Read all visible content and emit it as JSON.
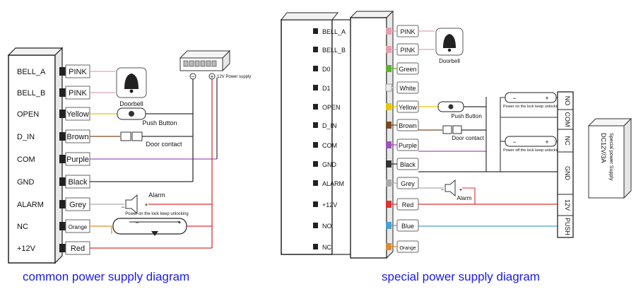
{
  "left": {
    "caption": "common power supply diagram",
    "terminals": [
      "BELL_A",
      "BELL_B",
      "OPEN",
      "D_IN",
      "COM",
      "GND",
      "ALARM",
      "NC",
      "+12V"
    ],
    "wires": [
      {
        "label": "PINK",
        "color": "#e8a0b0"
      },
      {
        "label": "PINK",
        "color": "#e8a0b0"
      },
      {
        "label": "Yellow",
        "color": "#e6c800"
      },
      {
        "label": "Brown",
        "color": "#7a4a20"
      },
      {
        "label": "Purple",
        "color": "#a050c0"
      },
      {
        "label": "Black",
        "color": "#333333"
      },
      {
        "label": "Grey",
        "color": "#aaaaaa"
      },
      {
        "label": "Orange",
        "color": "#e08a30"
      },
      {
        "label": "Red",
        "color": "#e03030"
      }
    ],
    "doorbell_label": "Doorbell",
    "push_button_label": "Push Button",
    "door_contact_label": "Door contact",
    "alarm_label": "Alarm",
    "lock_note": "Power on the lock keep unlocking",
    "psu_label": "12V Power supply",
    "psu_minus": "−",
    "psu_plus": "+",
    "lock_minus": "−",
    "lock_plus": "+",
    "alarm_minus": "−",
    "alarm_plus": "+"
  },
  "right": {
    "caption": "special power supply diagram",
    "terminals": [
      "BELL_A",
      "BELL_B",
      "D0",
      "D1",
      "OPEN",
      "D_IN",
      "COM",
      "GND",
      "ALARM",
      "+12V",
      "NO",
      "NC"
    ],
    "wires": [
      {
        "label": "PINK",
        "color": "#e8a0b0"
      },
      {
        "label": "PINK",
        "color": "#e8a0b0"
      },
      {
        "label": "Green",
        "color": "#60b030"
      },
      {
        "label": "White",
        "color": "#dddddd"
      },
      {
        "label": "Yellow",
        "color": "#e6c800"
      },
      {
        "label": "Brown",
        "color": "#7a4a20"
      },
      {
        "label": "Purple",
        "color": "#a050c0"
      },
      {
        "label": "Black",
        "color": "#333333"
      },
      {
        "label": "Grey",
        "color": "#aaaaaa"
      },
      {
        "label": "Red",
        "color": "#e03030"
      },
      {
        "label": "Blue",
        "color": "#4aa0d0"
      },
      {
        "label": "Orange",
        "color": "#e08a30"
      }
    ],
    "doorbell_label": "Doorbell",
    "push_button_label": "Push Button",
    "door_contact_label": "Door contact",
    "alarm_label": "Alarm",
    "lock_on_note": "Power on the lock keep unlocking",
    "lock_off_note": "Power off the lock keep unlocking",
    "relay_terminals": [
      "NO",
      "COM",
      "NC",
      "GND",
      "12V",
      "PUSH"
    ],
    "psu_lines": [
      "DC12V/3A",
      "Special power Supply"
    ],
    "minus": "−",
    "plus": "+"
  }
}
